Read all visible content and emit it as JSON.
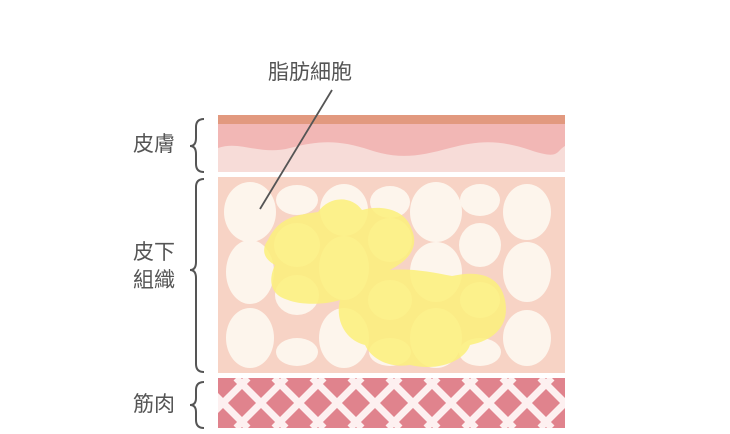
{
  "labels": {
    "skin": "皮膚",
    "subcutaneous": "皮下\n組織",
    "muscle": "筋肉",
    "fat_cell": "脂肪細胞"
  },
  "colors": {
    "skin_top": "#e2997f",
    "skin_mid": "#f2b7b5",
    "skin_bottom": "#f7dcd8",
    "subcutaneous_bg": "#f7d3c5",
    "fat_cell": "#fdf5ec",
    "fat_highlight": "#fbf07a",
    "muscle": "#e0838d",
    "muscle_lines": "#fdf0f0",
    "bracket": "#555555"
  }
}
